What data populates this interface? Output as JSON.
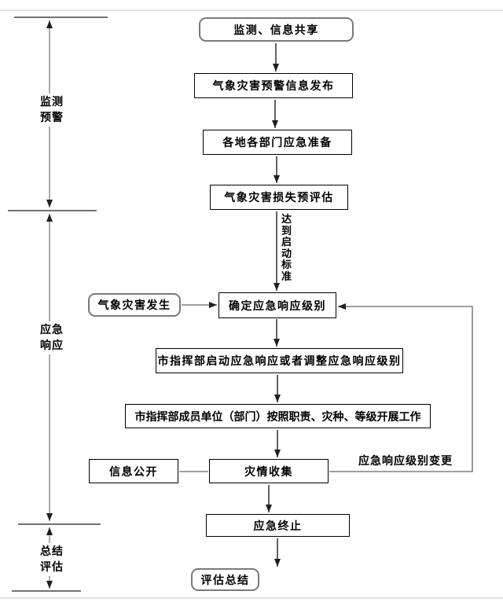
{
  "diagram": {
    "nodes": {
      "monitoring_sharing": "监测、信息共享",
      "warning_release": "气象灾害预警信息发布",
      "dept_prepare": "各地各部门应急准备",
      "loss_preassess": "气象灾害损失预评估",
      "disaster_occurred": "气象灾害发生",
      "determine_level": "确定应急响应级别",
      "start_or_adjust": "市指挥部启动应急响应或者调整应急响应级别",
      "member_units_work": "市指挥部成员单位（部门）按照职责、灾种、等级开展工作",
      "info_disclosure": "信息公开",
      "disaster_collection": "灾情收集",
      "termination": "应急终止",
      "evaluation_summary": "评估总结"
    },
    "edge_labels": {
      "reach_criteria": "达到启动标准",
      "level_change": "应急响应级别变更"
    },
    "phases": [
      {
        "line1": "监测",
        "line2": "预警"
      },
      {
        "line1": "应急",
        "line2": "响应"
      },
      {
        "line1": "总结",
        "line2": "评估"
      }
    ],
    "colors": {
      "line": "#1f1f1f",
      "gray_line": "#808080",
      "rounded_border": "#7a7a7a",
      "box_border": "#000000",
      "page_edge": "#d7dce0"
    }
  }
}
